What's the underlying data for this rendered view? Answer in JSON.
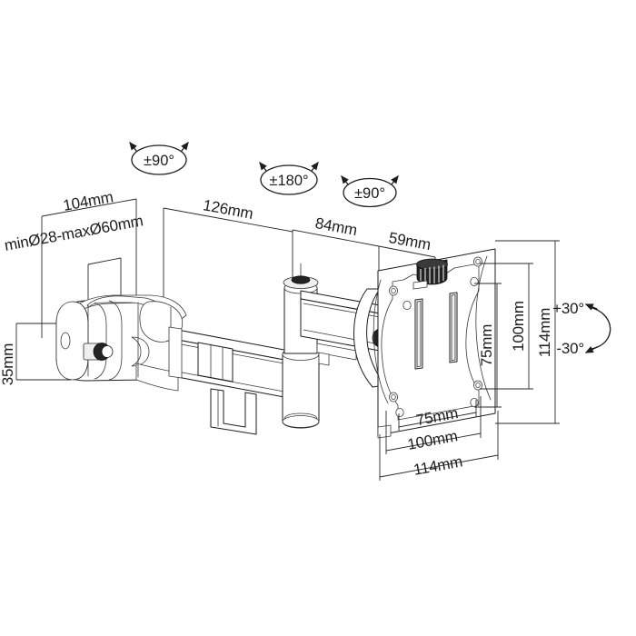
{
  "drawing": {
    "title": "Monitor mount dimensional drawing",
    "background_color": "#ffffff",
    "line_color": "#1d1d1d",
    "product": "articulating monitor pole mount with VESA plate"
  },
  "rotation_labels": {
    "clamp_rotation": "±90°",
    "arm_rotation": "±180°",
    "plate_rotation": "±90°",
    "tilt_up": "+30°",
    "tilt_down": "-30°"
  },
  "dimensions": {
    "clamp_reach": "104mm",
    "pole_diameter": "minØ28-maxØ60mm",
    "arm_segment_1": "126mm",
    "arm_segment_2": "84mm",
    "plate_offset": "59mm",
    "clamp_height": "35mm",
    "vesa_v_75": "75mm",
    "vesa_v_100": "100mm",
    "plate_height": "114mm",
    "vesa_h_75": "75mm",
    "vesa_h_100": "100mm",
    "plate_width": "114mm"
  },
  "icons": {
    "rotation_ellipse": "rotation-arrow-icon",
    "tilt_arc": "tilt-arrow-icon"
  }
}
